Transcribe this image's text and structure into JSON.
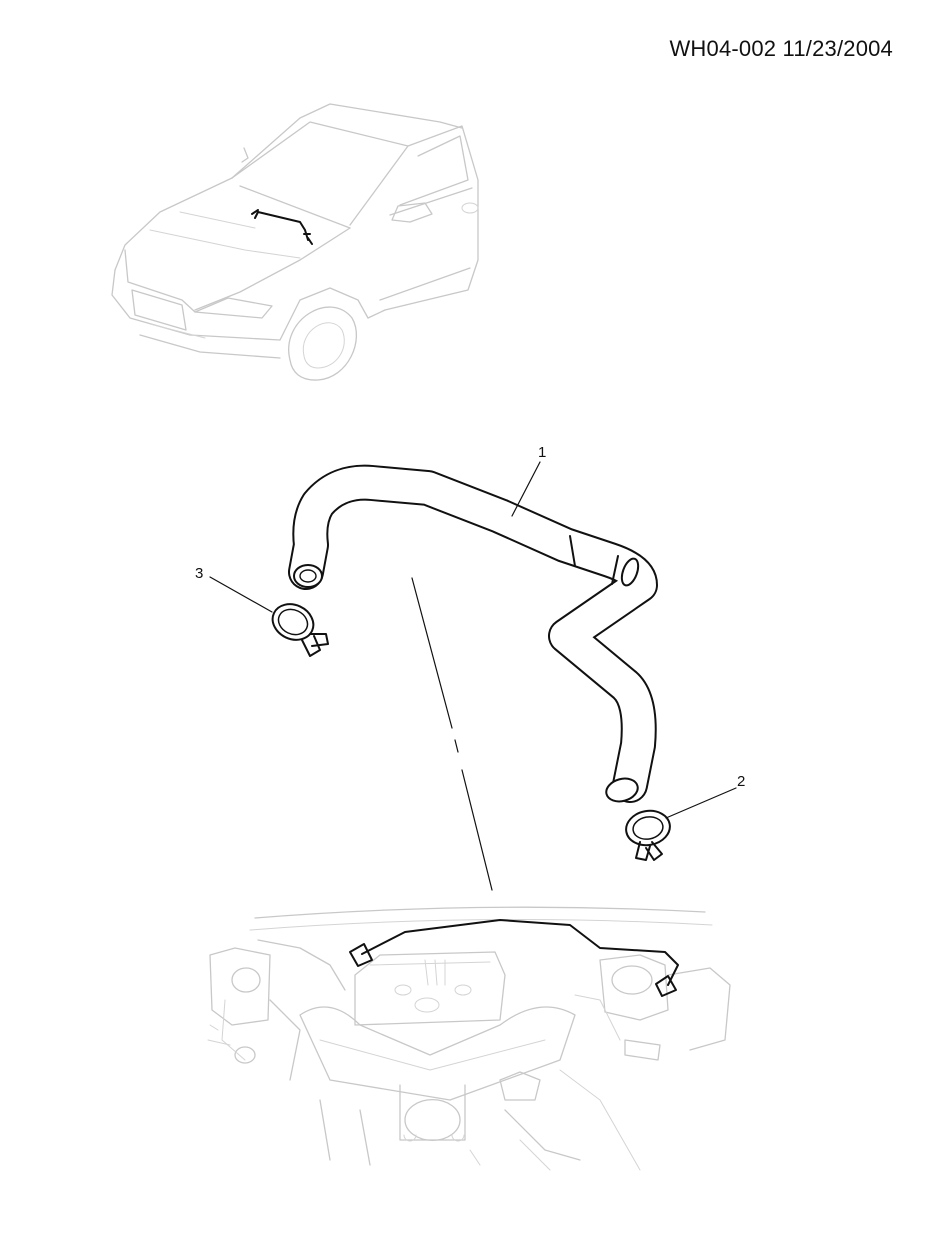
{
  "header": {
    "drawing_code": "WH04-002 11/23/2004"
  },
  "callouts": [
    {
      "number": "1",
      "part": "hose"
    },
    {
      "number": "2",
      "part": "clamp"
    },
    {
      "number": "3",
      "part": "clamp"
    }
  ],
  "colors": {
    "ink": "#111111",
    "ghost": "#c8c8c8",
    "background": "#ffffff"
  }
}
